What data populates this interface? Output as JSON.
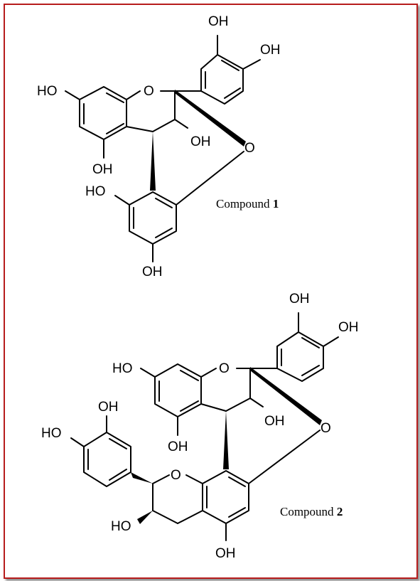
{
  "figure": {
    "border_color": "#b71c1c",
    "compound1": {
      "caption_prefix": "Compound ",
      "caption_number": "1",
      "labels": {
        "oh_b_top": "OH",
        "oh_b_right": "OH",
        "ho_a_left": "HO",
        "ring_o": "O",
        "oh_c3": "OH",
        "ether_o": "O",
        "oh_a_bottom": "OH",
        "ho_d_left": "HO",
        "oh_d_bottom": "OH"
      }
    },
    "compound2": {
      "caption_prefix": "Compound ",
      "caption_number": "2",
      "labels": {
        "oh_b_top": "OH",
        "oh_b_right": "OH",
        "ho_a_left": "HO",
        "ring_o": "O",
        "oh_c3": "OH",
        "ether_o": "O",
        "oh_a_bottom": "OH",
        "oh_e_top": "OH",
        "ho_e_left": "HO",
        "ring_o_lower": "O",
        "ho_lower_c3": "HO",
        "oh_d_bottom": "OH"
      }
    }
  }
}
